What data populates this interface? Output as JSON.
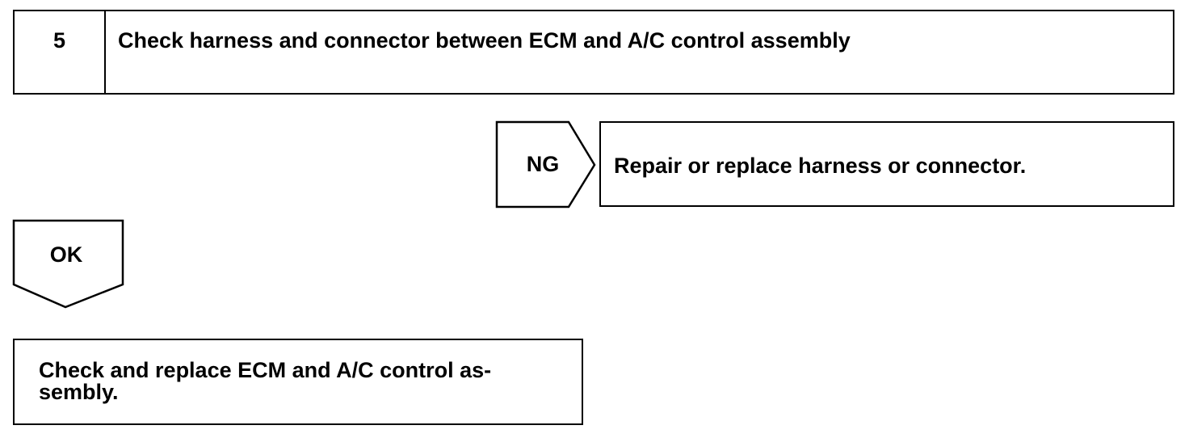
{
  "step": {
    "number": "5",
    "title": "Check harness and connector between ECM and A/C control assembly"
  },
  "ng_branch": {
    "label": "NG",
    "action": "Repair or replace harness or connector."
  },
  "ok_branch": {
    "label": "OK",
    "action_line1": "Check and replace ECM and A/C control as-",
    "action_line2": "sembly."
  }
}
